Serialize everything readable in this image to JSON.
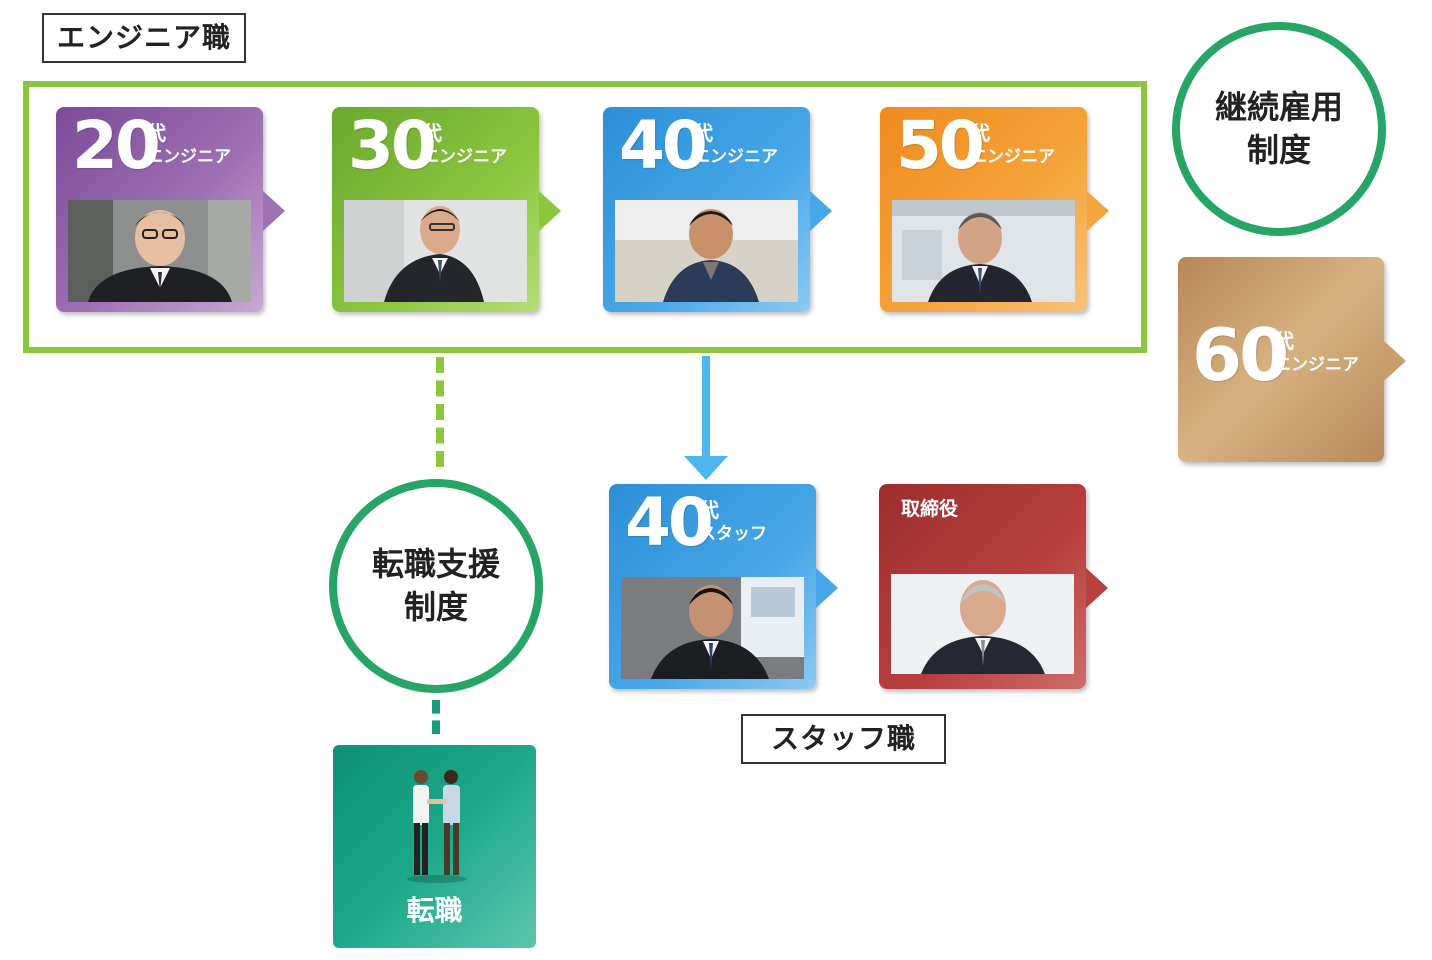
{
  "labels": {
    "engineer_track": "エンジニア職",
    "staff_track": "スタッフ職"
  },
  "engineer_cards": [
    {
      "num": "20",
      "dai": "代",
      "role": "エンジニア",
      "color": "#9d6fb3"
    },
    {
      "num": "30",
      "dai": "代",
      "role": "エンジニア",
      "color": "#8cc63f"
    },
    {
      "num": "40",
      "dai": "代",
      "role": "エンジニア",
      "color": "#47a7e8"
    },
    {
      "num": "50",
      "dai": "代",
      "role": "エンジニア",
      "color": "#f5a53b"
    }
  ],
  "senior_card": {
    "num": "60",
    "dai": "代",
    "role": "エンジニア",
    "color": "#c99d6c"
  },
  "staff_card": {
    "num": "40",
    "dai": "代",
    "role": "スタッフ",
    "color": "#47a7e8"
  },
  "director_card": {
    "title": "取締役",
    "color": "#b8413f"
  },
  "circles": {
    "continued_employment": "継続雇用\n制度",
    "transfer_support": "転職支援\n制度"
  },
  "transfer_card": {
    "label": "転職",
    "color": "#1da88a"
  },
  "colors": {
    "engineer_frame": "#8cc63f",
    "circle_border": "#27a567",
    "arrow": "#4db6ec"
  },
  "icons": [
    "person-photo",
    "handshake-people-icon",
    "arrow-down-icon"
  ]
}
